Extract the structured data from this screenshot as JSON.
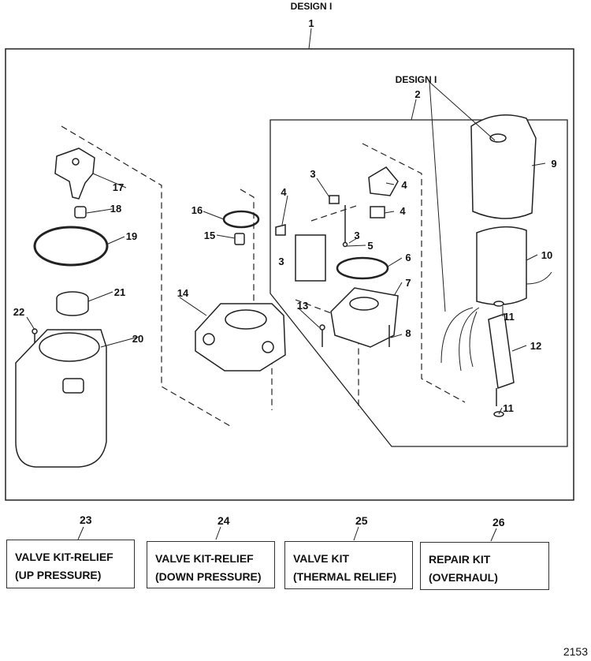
{
  "diagram": {
    "design_label_main": "DESIGN I",
    "design_label_sub": "DESIGN I",
    "callouts": {
      "c1": "1",
      "c2": "2",
      "c3a": "3",
      "c3b": "3",
      "c3c": "3",
      "c4a": "4",
      "c4b": "4",
      "c4c": "4",
      "c5": "5",
      "c6": "6",
      "c7": "7",
      "c8": "8",
      "c9": "9",
      "c10": "10",
      "c11a": "11",
      "c11b": "11",
      "c12": "12",
      "c13": "13",
      "c14": "14",
      "c15": "15",
      "c16": "16",
      "c17": "17",
      "c18": "18",
      "c19": "19",
      "c20": "20",
      "c21": "21",
      "c22": "22"
    }
  },
  "kits": [
    {
      "number": "23",
      "line1": "VALVE KIT-RELIEF",
      "line2": "(UP PRESSURE)"
    },
    {
      "number": "24",
      "line1": "VALVE KIT-RELIEF",
      "line2": "(DOWN PRESSURE)"
    },
    {
      "number": "25",
      "line1": "VALVE KIT",
      "line2": "(THERMAL RELIEF)"
    },
    {
      "number": "26",
      "line1": "REPAIR KIT",
      "line2": "(OVERHAUL)"
    }
  ],
  "reference_number": "2153"
}
